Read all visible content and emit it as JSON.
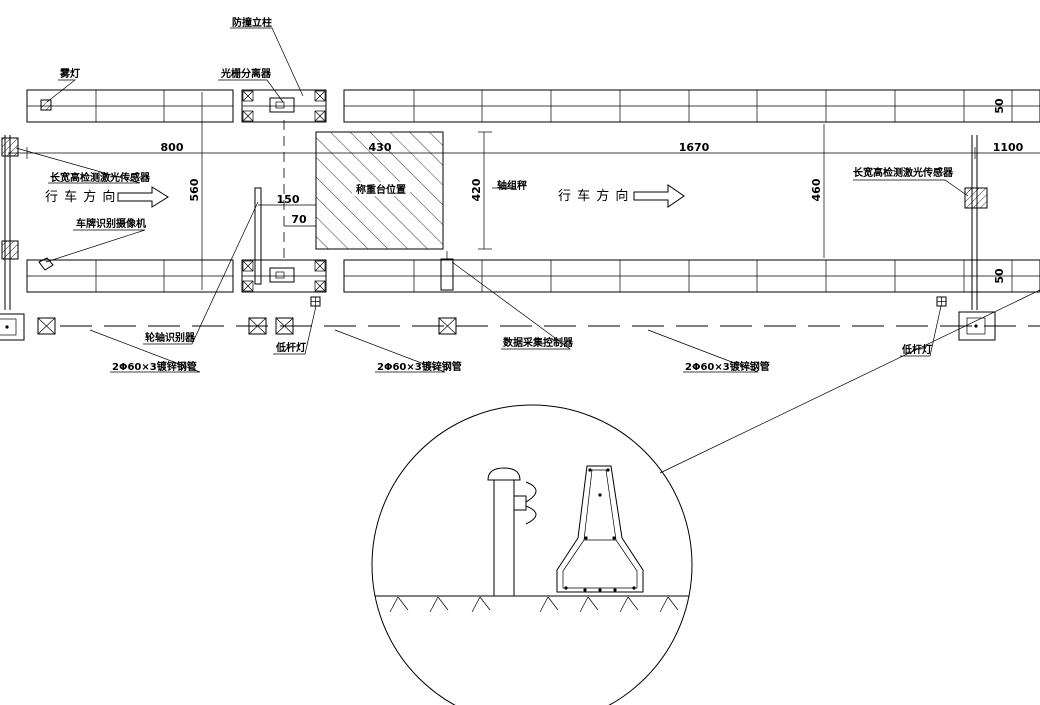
{
  "labels": {
    "anti_collision_post": "防撞立柱",
    "fog_light": "雾灯",
    "light_curtain_separator": "光栅分离器",
    "laser_sensor_left": "长宽高检测激光传感器",
    "laser_sensor_right": "长宽高检测激光传感器",
    "plate_camera": "车牌识别摄像机",
    "weighing_platform": "称重台位置",
    "axle_scale": "轴组秤",
    "wheel_axle_identifier": "轮轴识别器",
    "low_pole_light_1": "低杆灯",
    "low_pole_light_2": "低杆灯",
    "data_controller": "数据采集控制器",
    "pipe_1": "2Φ60×3镀锌钢管",
    "pipe_2": "2Φ60×3镀锌钢管",
    "pipe_3": "2Φ60×3镀锌钢管",
    "direction_left": "行 车 方 向",
    "direction_right": "行 车 方 向"
  },
  "dimensions": {
    "d800": "800",
    "d430": "430",
    "d1670": "1670",
    "d1100": "1100",
    "d560": "560",
    "d420": "420",
    "d460": "460",
    "d150": "150",
    "d70": "70",
    "d50_top": "50",
    "d50_bottom": "50"
  }
}
